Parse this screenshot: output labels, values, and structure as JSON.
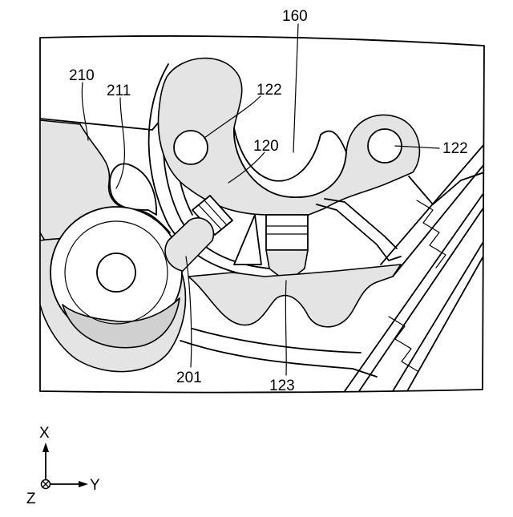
{
  "labels": {
    "l160": "160",
    "l210": "210",
    "l211": "211",
    "l122a": "122",
    "l122b": "122",
    "l120": "120",
    "l201": "201",
    "l123": "123"
  },
  "axes": {
    "x": "X",
    "y": "Y",
    "z": "Z"
  }
}
